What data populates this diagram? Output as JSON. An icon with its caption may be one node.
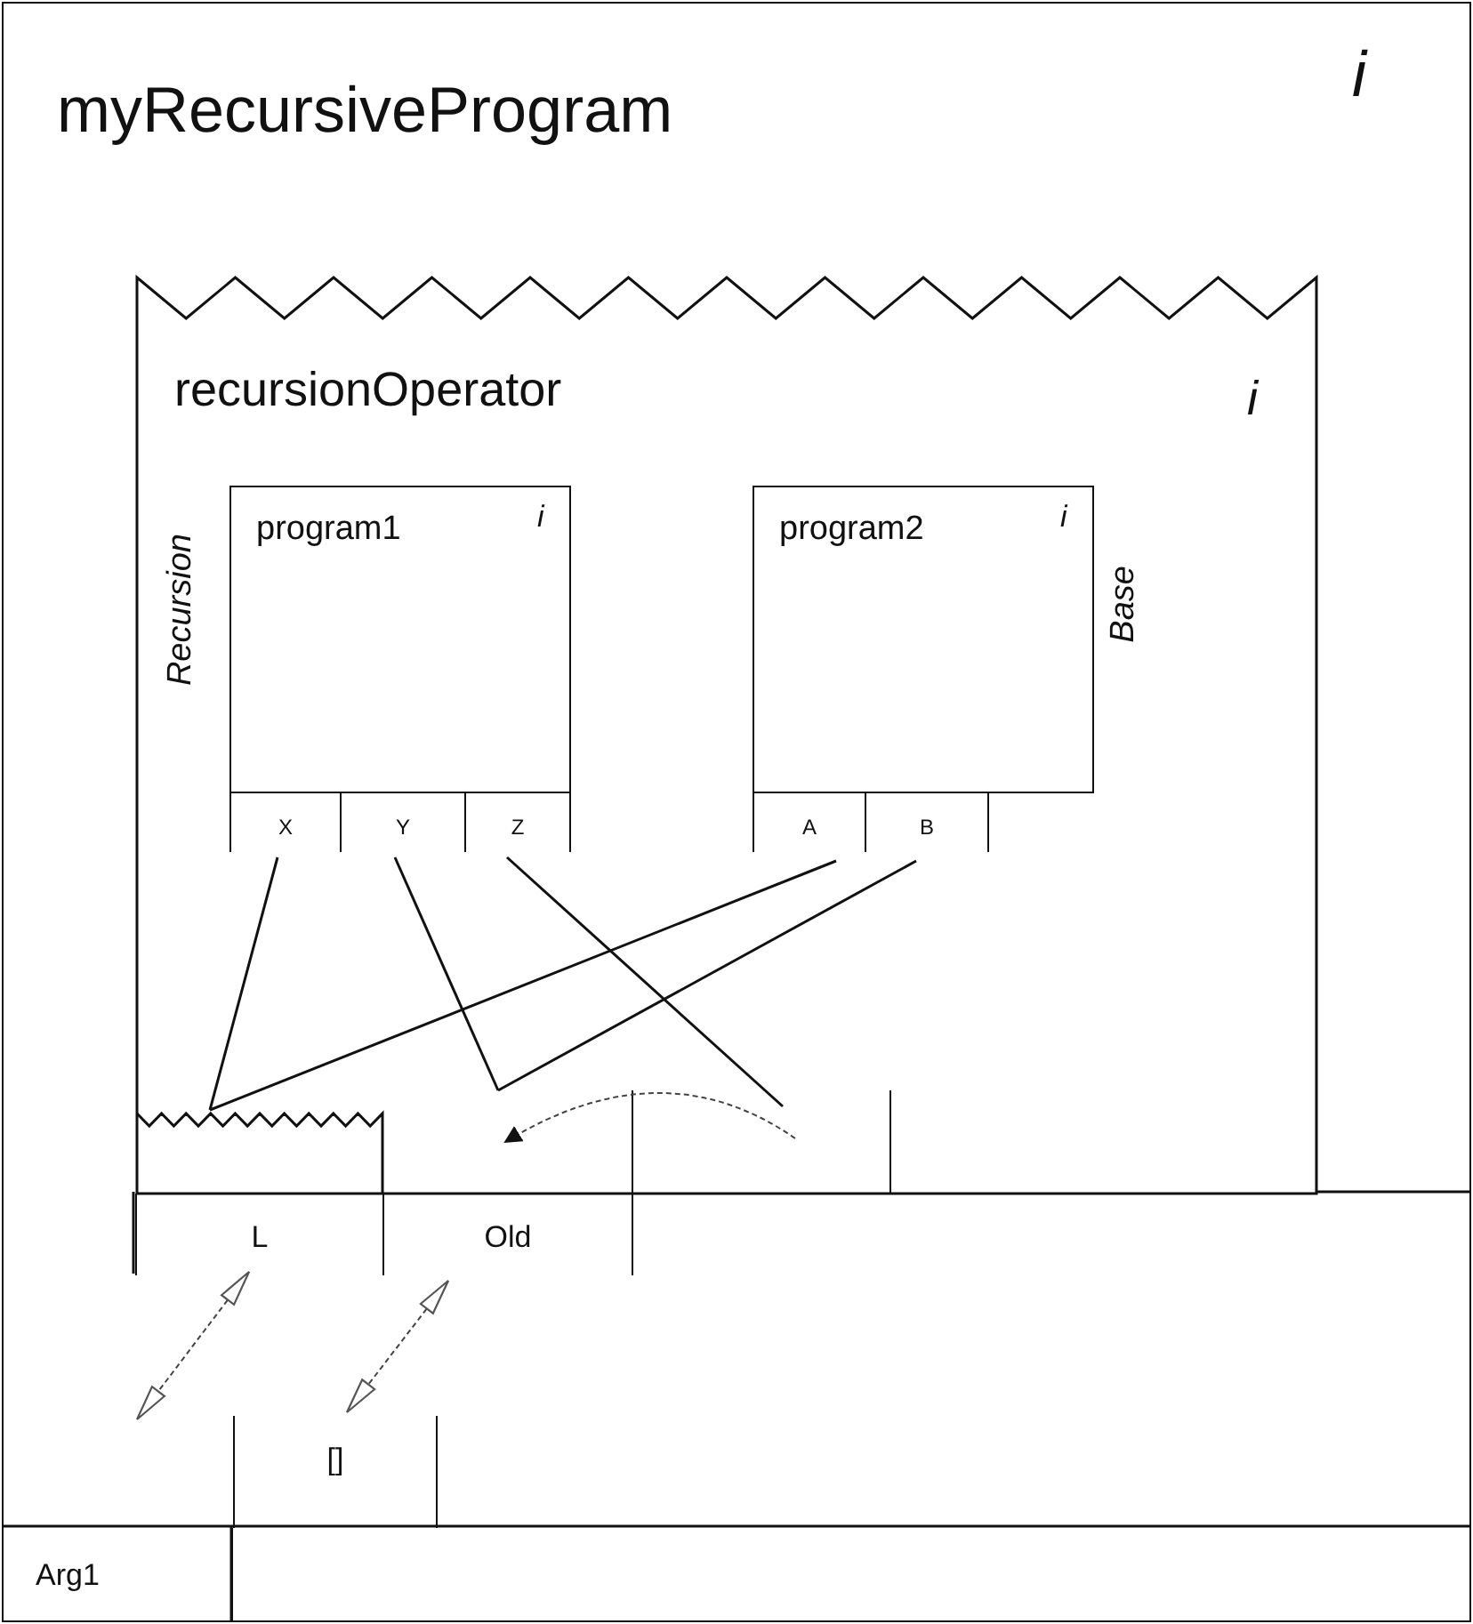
{
  "diagram": {
    "nodes": [
      {
        "text": [
          "myRecursiveProgram",
          "i"
        ]
      },
      {
        "text": [
          "recursionOperator",
          "i"
        ],
        "in": 0
      },
      {
        "text": [
          "program1",
          "i"
        ],
        "in": 1
      },
      {
        "text": [
          "X"
        ],
        "in": 1
      },
      {
        "text": [
          "Y"
        ],
        "in": 1
      },
      {
        "text": [
          "Z"
        ],
        "in": 1
      },
      {
        "text": [
          "program2",
          "i"
        ],
        "in": 1
      },
      {
        "text": [
          "A"
        ],
        "in": 1
      },
      {
        "text": [
          "B"
        ],
        "in": 1
      },
      {
        "text": [],
        "shape": "box",
        "in": 1
      },
      {
        "text": [],
        "shape": "box",
        "in": 1
      },
      {
        "text": [],
        "shape": "box",
        "in": 1
      },
      {
        "text": [
          "L"
        ],
        "in": 0
      },
      {
        "text": [
          "Old"
        ],
        "in": 0
      },
      {
        "text": [
          "[]"
        ],
        "in": 0
      },
      {
        "text": [
          "Arg1"
        ],
        "in": 0
      }
    ],
    "edges": [
      {
        "from": 3,
        "to": 9,
        "arrow": "none"
      },
      {
        "from": 7,
        "to": 9,
        "arrow": "none"
      },
      {
        "from": 4,
        "to": 10,
        "arrow": "none"
      },
      {
        "from": 8,
        "to": 10,
        "arrow": "none"
      },
      {
        "from": 5,
        "to": 11,
        "arrow": "none"
      },
      {
        "from": 11,
        "to": 10,
        "arrow": "to",
        "style": "dashed"
      },
      {
        "from": 12,
        "to": null,
        "arrow": "both",
        "style": "dashed"
      },
      {
        "from": 13,
        "to": 14,
        "arrow": "both",
        "style": "dashed"
      }
    ],
    "labels": [
      "Recursion",
      "Base"
    ]
  }
}
